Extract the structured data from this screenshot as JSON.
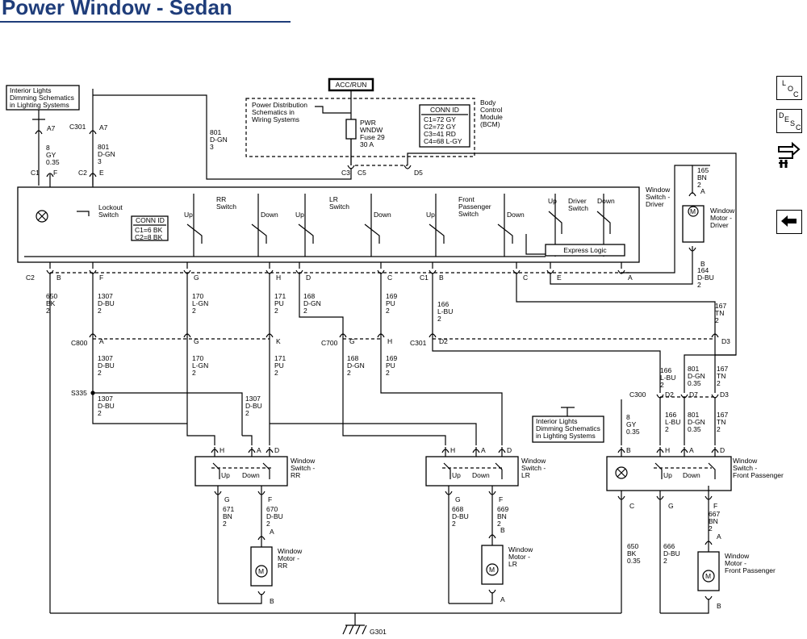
{
  "title": "Power Window - Sedan",
  "nav": {
    "loc_letters": [
      "L",
      "O",
      "C"
    ],
    "desc_letters": [
      "D",
      "E",
      "S",
      "C"
    ]
  },
  "power": {
    "acc_run": "ACC/RUN",
    "pdist": [
      "Power Distribution",
      "Schematics in",
      "Wiring Systems"
    ],
    "fuse": [
      "PWR",
      "WNDW",
      "Fuse 29",
      "30 A"
    ]
  },
  "bcm": {
    "label": [
      "Body",
      "Control",
      "Module",
      "(BCM)"
    ],
    "conn_title": "CONN ID",
    "conn_items": [
      "C1=72 GY",
      "C2=72 GY",
      "C3=41 RD",
      "C4=68 L-GY"
    ],
    "c3": "C3",
    "c5": "C5",
    "d5": "D5"
  },
  "interior_top": [
    "Interior Lights",
    "Dimming Schematics",
    "in Lighting Systems"
  ],
  "interior_fp": [
    "Interior Lights",
    "Dimming Schematics",
    "in Lighting Systems"
  ],
  "driver_switch": {
    "label": [
      "Window",
      "Switch -",
      "Driver"
    ],
    "lockout": [
      "Lockout",
      "Switch"
    ],
    "conn_title": "CONN ID",
    "conn_items": [
      "C1=6 BK",
      "C2=8 BK"
    ],
    "rr": [
      "RR",
      "Switch"
    ],
    "lr": [
      "LR",
      "Switch"
    ],
    "fp": [
      "Front",
      "Passenger",
      "Switch"
    ],
    "drv": [
      "Driver",
      "Switch"
    ],
    "up": "Up",
    "down": "Down",
    "express": "Express Logic"
  },
  "motors": {
    "driver": [
      "Window",
      "Motor -",
      "Driver"
    ],
    "rr": [
      "Window",
      "Motor -",
      "RR"
    ],
    "lr": [
      "Window",
      "Motor -",
      "LR"
    ],
    "fp": [
      "Window",
      "Motor -",
      "Front Passenger"
    ]
  },
  "switches": {
    "rr": [
      "Window",
      "Switch -",
      "RR"
    ],
    "lr": [
      "Window",
      "Switch -",
      "LR"
    ],
    "fp": [
      "Window",
      "Switch -",
      "Front Passenger"
    ]
  },
  "connectors": {
    "c301": "C301",
    "c800": "C800",
    "c700": "C700",
    "c300": "C300",
    "s335": "S335",
    "g301": "G301"
  },
  "wires": {
    "w8_top": [
      "8",
      "GY",
      "0.35"
    ],
    "w801_a": [
      "801",
      "D-GN",
      "3"
    ],
    "w801_b": [
      "801",
      "D-GN",
      "3"
    ],
    "w165": [
      "165",
      "BN",
      "2"
    ],
    "w164": [
      "164",
      "D-BU",
      "2"
    ],
    "w650_left": [
      "650",
      "BK",
      "2"
    ],
    "w1307_a": [
      "1307",
      "D-BU",
      "2"
    ],
    "w1307_b": [
      "1307",
      "D-BU",
      "2"
    ],
    "w1307_c": [
      "1307",
      "D-BU",
      "2"
    ],
    "w1307_d": [
      "1307",
      "D-BU",
      "2"
    ],
    "w170_a": [
      "170",
      "L-GN",
      "2"
    ],
    "w170_b": [
      "170",
      "L-GN",
      "2"
    ],
    "w171_a": [
      "171",
      "PU",
      "2"
    ],
    "w171_b": [
      "171",
      "PU",
      "2"
    ],
    "w168_a": [
      "168",
      "D-GN",
      "2"
    ],
    "w168_b": [
      "168",
      "D-GN",
      "2"
    ],
    "w169_a": [
      "169",
      "PU",
      "2"
    ],
    "w169_b": [
      "169",
      "PU",
      "2"
    ],
    "w166_a": [
      "166",
      "L-BU",
      "2"
    ],
    "w166_b": [
      "166",
      "L-BU",
      "2"
    ],
    "w166_c": [
      "166",
      "L-BU",
      "2"
    ],
    "w167_a": [
      "167",
      "TN",
      "2"
    ],
    "w167_b": [
      "167",
      "TN",
      "2"
    ],
    "w167_c": [
      "167",
      "TN",
      "2"
    ],
    "w801_c": [
      "801",
      "D-GN",
      "0.35"
    ],
    "w801_d": [
      "801",
      "D-GN",
      "0.35"
    ],
    "w8_fp": [
      "8",
      "GY",
      "0.35"
    ],
    "w671": [
      "671",
      "BN",
      "2"
    ],
    "w670": [
      "670",
      "D-BU",
      "2"
    ],
    "w668": [
      "668",
      "D-BU",
      "2"
    ],
    "w669": [
      "669",
      "BN",
      "2"
    ],
    "w667": [
      "667",
      "BN",
      "2"
    ],
    "w666": [
      "666",
      "D-BU",
      "2"
    ],
    "w650_right": [
      "650",
      "BK",
      "0.35"
    ]
  }
}
